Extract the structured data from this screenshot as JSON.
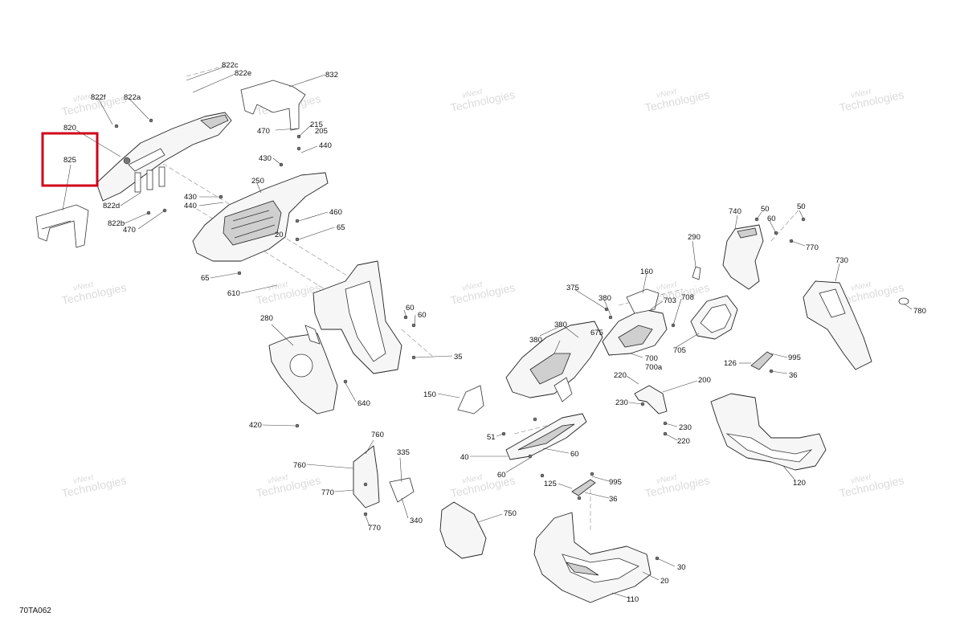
{
  "diagram": {
    "figure_code": "70TA062",
    "watermark": {
      "line1": "vNext",
      "line2": "Technologies",
      "full": "vNext Technologies"
    },
    "highlighted_callout": "825",
    "highlight_color": "#d0021b",
    "callouts": {
      "c822c": "822c",
      "c822e": "822e",
      "c832": "832",
      "c822f": "822f",
      "c822a": "822a",
      "c820": "820",
      "c825": "825",
      "c215": "215",
      "c205": "205",
      "c470a": "470",
      "c440a": "440",
      "c430a": "430",
      "c250": "250",
      "c822d": "822d",
      "c822b": "822b",
      "c470b": "470",
      "c430b": "430",
      "c440b": "440",
      "c460": "460",
      "c65a": "65",
      "c20a": "20",
      "c65b": "65",
      "c610": "610",
      "c60a": "60",
      "c60b": "60",
      "c280": "280",
      "c35": "35",
      "c640": "640",
      "c420": "420",
      "c150": "150",
      "c760a": "760",
      "c760b": "760",
      "c335": "335",
      "c770a": "770",
      "c340": "340",
      "c770b": "770",
      "c51": "51",
      "c40": "40",
      "c60c": "60",
      "c60d": "60",
      "c750": "750",
      "c375": "375",
      "c380a": "380",
      "c380b": "380",
      "c380c": "380",
      "c675": "675",
      "c160": "160",
      "c703": "703",
      "c708": "708",
      "c700": "700",
      "c700a": "700a",
      "c705": "705",
      "c290": "290",
      "c740": "740",
      "c50a": "50",
      "c60e": "60",
      "c50b": "50",
      "c770c": "770",
      "c730": "730",
      "c780": "780",
      "c126": "126",
      "c995a": "995",
      "c36a": "36",
      "c220a": "220",
      "c200": "200",
      "c230a": "230",
      "c230b": "230",
      "c220b": "220",
      "c120": "120",
      "c125": "125",
      "c995b": "995",
      "c36b": "36",
      "c30": "30",
      "c20b": "20",
      "c110": "110"
    }
  }
}
